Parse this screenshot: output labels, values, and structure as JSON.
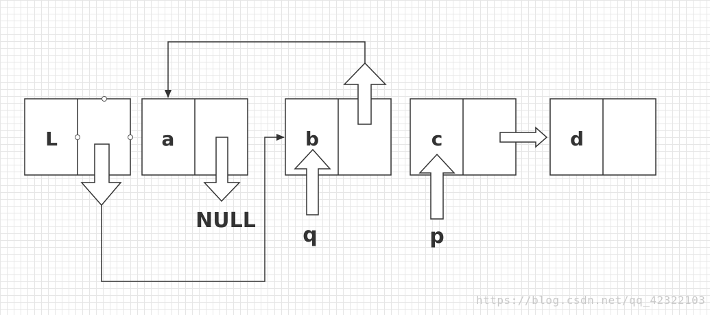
{
  "nodes": [
    {
      "id": "L",
      "label": "L"
    },
    {
      "id": "a",
      "label": "a"
    },
    {
      "id": "b",
      "label": "b"
    },
    {
      "id": "c",
      "label": "c"
    },
    {
      "id": "d",
      "label": "d"
    }
  ],
  "pointers": {
    "null_label": "NULL",
    "q_label": "q",
    "p_label": "p"
  },
  "watermark": "https://blog.csdn.net/qq_42322103"
}
